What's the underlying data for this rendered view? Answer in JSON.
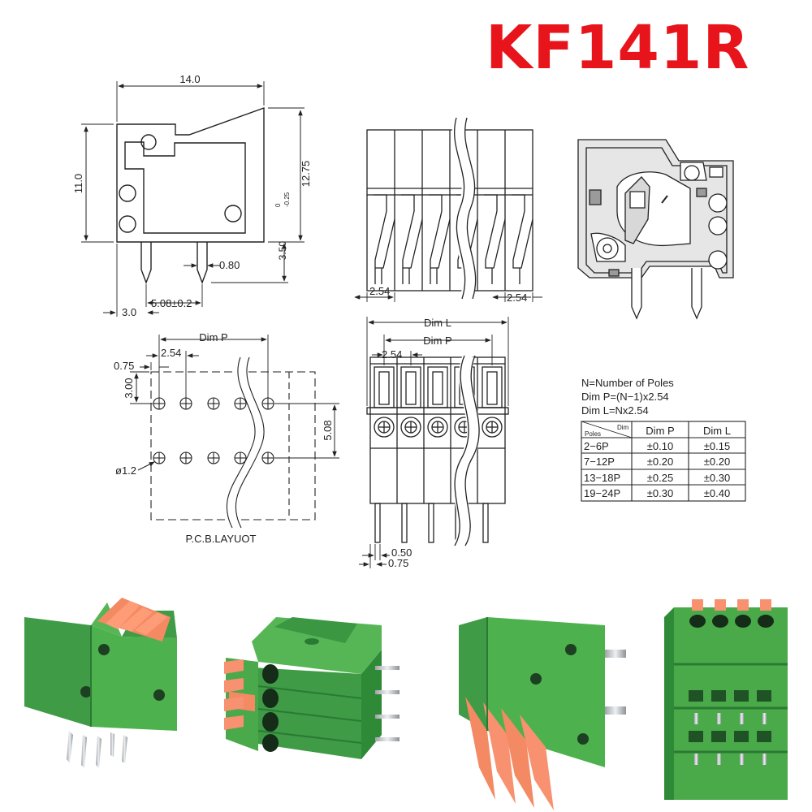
{
  "title": "KF141R",
  "side_view": {
    "width": "14.0",
    "height": "11.0",
    "total_height": "12.75",
    "pin_length": "3.50",
    "pin_length_tol_plus": "0",
    "pin_length_tol_minus": "-0.25",
    "pin_width": "0.80",
    "pin_pitch": "5.08±0.2",
    "pin_offset": "3.0"
  },
  "front_view": {
    "left_pitch": "2.54",
    "right_pitch": "2.54"
  },
  "pcb_layout": {
    "dim_p": "Dim P",
    "edge": "0.75",
    "pitch": "2.54",
    "row_offset": "3.00",
    "row_pitch": "5.08",
    "hole": "ø1.2",
    "caption": "P.C.B.LAYUOT"
  },
  "top_view": {
    "dim_l": "Dim L",
    "dim_p": "Dim P",
    "pitch": "2.54",
    "pin_width": "0.50",
    "pin_offset": "0.75"
  },
  "notes": {
    "line1": "N=Number of Poles",
    "line2": "Dim P=(N−1)x2.54",
    "line3": "Dim L=Nx2.54"
  },
  "tolerance_table": {
    "corner_top": "Dim",
    "corner_bottom": "Poles",
    "headers": [
      "Dim P",
      "Dim L"
    ],
    "rows": [
      {
        "poles": "2−6P",
        "dim_p": "±0.10",
        "dim_l": "±0.15"
      },
      {
        "poles": "7−12P",
        "dim_p": "±0.20",
        "dim_l": "±0.20"
      },
      {
        "poles": "13−18P",
        "dim_p": "±0.25",
        "dim_l": "±0.30"
      },
      {
        "poles": "19−24P",
        "dim_p": "±0.30",
        "dim_l": "±0.40"
      }
    ]
  },
  "colors": {
    "title": "#e8141c",
    "body_green": "#4cae4c",
    "body_green_dark": "#2e8a36",
    "lever_orange": "#f58a63",
    "pin_silver": "#c9cdd2",
    "line": "#222222"
  }
}
